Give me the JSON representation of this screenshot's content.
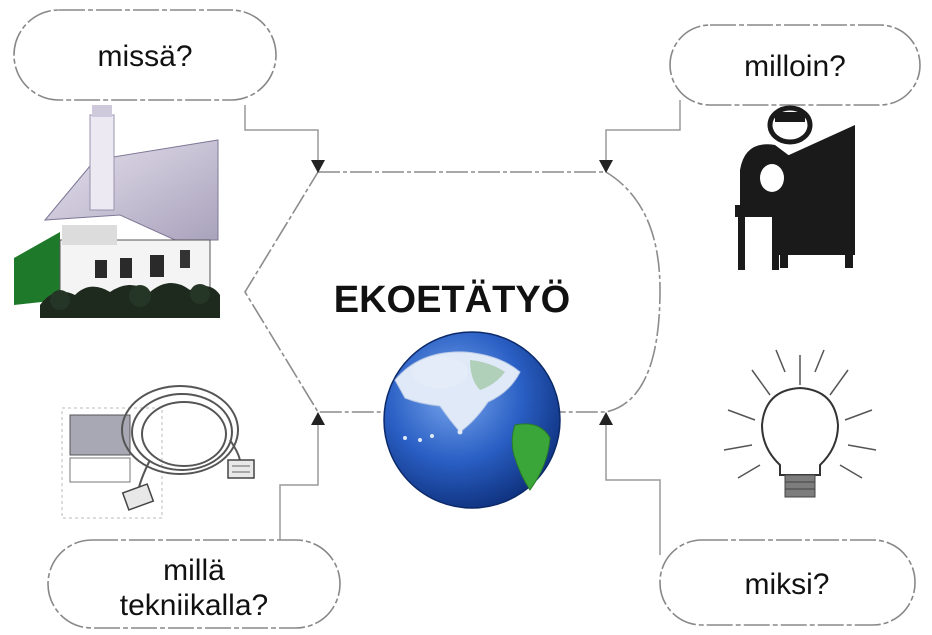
{
  "diagram": {
    "center_label": "EKOETÄTYÖ",
    "bubbles": {
      "where": "missä?",
      "when": "milloin?",
      "how_line1": "millä",
      "how_line2": "tekniikalla?",
      "why": "miksi?"
    },
    "icons": {
      "house": "house-clipart-icon",
      "person": "person-at-desk-icon",
      "cable": "cable-and-disk-icon",
      "lightbulb": "lightbulb-icon",
      "globe": "globe-icon"
    },
    "colors": {
      "line": "#9a9a9a",
      "arrow": "#222222",
      "globe_ocean": "#1f55b8",
      "globe_land": "#3aa63a",
      "house_roof": "#b8b3c8",
      "hedge": "#1e2a1e",
      "silhouette": "#1a1a1a"
    }
  }
}
